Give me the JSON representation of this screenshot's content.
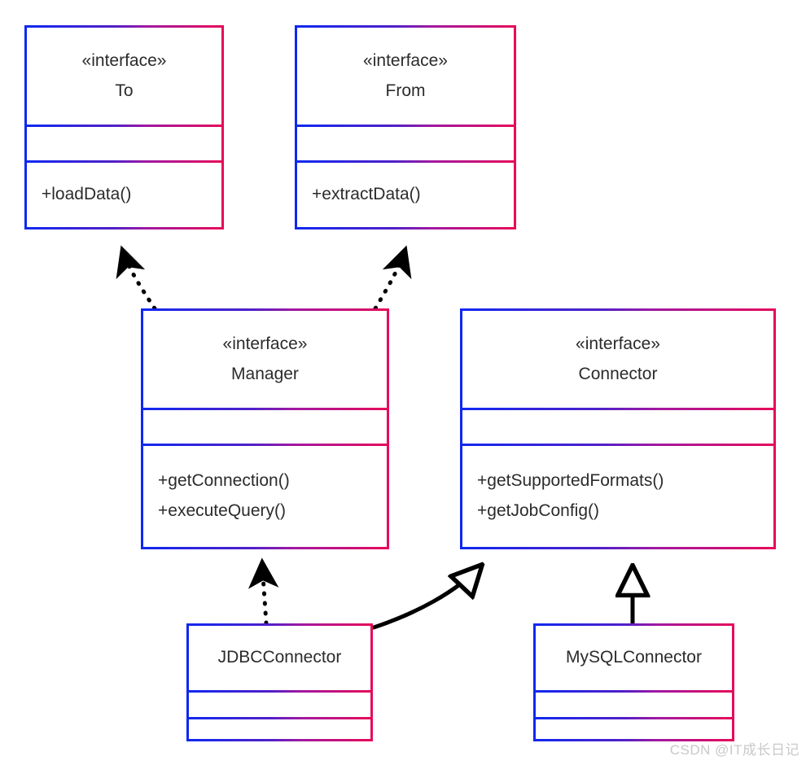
{
  "diagram": {
    "type": "uml-class-diagram",
    "stereotype_label": "«interface»",
    "classes": [
      {
        "id": "to",
        "stereotype": "«interface»",
        "name": "To",
        "attributes": [],
        "methods": [
          "+loadData()"
        ]
      },
      {
        "id": "from",
        "stereotype": "«interface»",
        "name": "From",
        "attributes": [],
        "methods": [
          "+extractData()"
        ]
      },
      {
        "id": "manager",
        "stereotype": "«interface»",
        "name": "Manager",
        "attributes": [],
        "methods": [
          "+getConnection()",
          "+executeQuery()"
        ]
      },
      {
        "id": "connector",
        "stereotype": "«interface»",
        "name": "Connector",
        "attributes": [],
        "methods": [
          "+getSupportedFormats()",
          "+getJobConfig()"
        ]
      },
      {
        "id": "jdbcconnector",
        "stereotype": "",
        "name": "JDBCConnector",
        "attributes": [],
        "methods": []
      },
      {
        "id": "mysqlconnector",
        "stereotype": "",
        "name": "MySQLConnector",
        "attributes": [],
        "methods": []
      }
    ],
    "relations": [
      {
        "from": "manager",
        "to": "to",
        "kind": "realization",
        "line": "dashed",
        "arrowhead": "filled-triangle"
      },
      {
        "from": "manager",
        "to": "from",
        "kind": "realization",
        "line": "dashed",
        "arrowhead": "filled-triangle"
      },
      {
        "from": "jdbcconnector",
        "to": "manager",
        "kind": "realization",
        "line": "dashed",
        "arrowhead": "filled-triangle"
      },
      {
        "from": "jdbcconnector",
        "to": "connector",
        "kind": "generalization",
        "line": "solid",
        "arrowhead": "hollow-triangle"
      },
      {
        "from": "mysqlconnector",
        "to": "connector",
        "kind": "generalization",
        "line": "solid",
        "arrowhead": "hollow-triangle"
      }
    ],
    "colors": {
      "border_gradient_start": "#1028f0",
      "border_gradient_end": "#e60a5a",
      "text": "#2b2b2b",
      "edge": "#000000",
      "background": "#ffffff",
      "watermark": "#c9c9c9"
    }
  },
  "watermark": {
    "text": "CSDN @IT成长日记"
  }
}
